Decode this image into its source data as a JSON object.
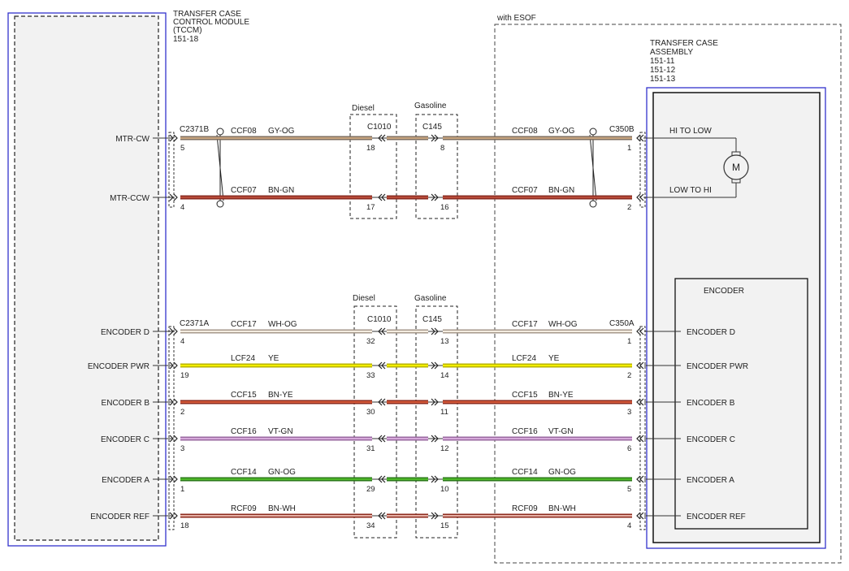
{
  "modules": {
    "tccm": {
      "title_lines": [
        "TRANSFER CASE",
        "CONTROL MODULE",
        "(TCCM)",
        "151-18"
      ]
    },
    "esof_label": "with ESOF",
    "tca": {
      "title_lines": [
        "TRANSFER CASE",
        "ASSEMBLY",
        "151-11",
        "151-12",
        "151-13"
      ],
      "motor": {
        "symbol": "M",
        "hi_label": "HI TO LOW",
        "low_label": "LOW TO HI"
      },
      "encoder_label": "ENCODER"
    }
  },
  "connectors": {
    "tccm_motor": "C2371B",
    "tccm_encoder": "C2371A",
    "diesel_label": "Diesel",
    "diesel_conn": "C1010",
    "gasoline_label": "Gasoline",
    "gasoline_conn": "C145",
    "tca_motor": "C350B",
    "tca_encoder": "C350A"
  },
  "circuits": [
    {
      "signal": "MTR-CW",
      "circuit": "CCF08",
      "color_code": "GY-OG",
      "pin_tccm": "5",
      "pin_diesel": "18",
      "pin_gas": "8",
      "pin_tca": "1",
      "tca_label": "",
      "base": "#7f6f60",
      "stripe": "#c8a580"
    },
    {
      "signal": "MTR-CCW",
      "circuit": "CCF07",
      "color_code": "BN-GN",
      "pin_tccm": "4",
      "pin_diesel": "17",
      "pin_gas": "16",
      "pin_tca": "2",
      "tca_label": "",
      "base": "#8a2b22",
      "stripe": "#b84a38"
    },
    {
      "signal": "ENCODER D",
      "circuit": "CCF17",
      "color_code": "WH-OG",
      "pin_tccm": "4",
      "pin_diesel": "32",
      "pin_gas": "13",
      "pin_tca": "1",
      "tca_label": "ENCODER D",
      "base": "#a79a8c",
      "stripe": "#f4ece0"
    },
    {
      "signal": "ENCODER PWR",
      "circuit": "LCF24",
      "color_code": "YE",
      "pin_tccm": "19",
      "pin_diesel": "33",
      "pin_gas": "14",
      "pin_tca": "2",
      "tca_label": "ENCODER PWR",
      "base": "#b9b300",
      "stripe": "#f2ee00"
    },
    {
      "signal": "ENCODER B",
      "circuit": "CCF15",
      "color_code": "BN-YE",
      "pin_tccm": "2",
      "pin_diesel": "30",
      "pin_gas": "11",
      "pin_tca": "3",
      "tca_label": "ENCODER B",
      "base": "#8c2a1c",
      "stripe": "#d45a3a"
    },
    {
      "signal": "ENCODER C",
      "circuit": "CCF16",
      "color_code": "VT-GN",
      "pin_tccm": "3",
      "pin_diesel": "31",
      "pin_gas": "12",
      "pin_tca": "6",
      "tca_label": "ENCODER C",
      "base": "#9a6aa0",
      "stripe": "#d6a8da"
    },
    {
      "signal": "ENCODER A",
      "circuit": "CCF14",
      "color_code": "GN-OG",
      "pin_tccm": "1",
      "pin_diesel": "29",
      "pin_gas": "10",
      "pin_tca": "5",
      "tca_label": "ENCODER A",
      "base": "#2b7a1a",
      "stripe": "#4fb82a"
    },
    {
      "signal": "ENCODER REF",
      "circuit": "RCF09",
      "color_code": "BN-WH",
      "pin_tccm": "18",
      "pin_diesel": "34",
      "pin_gas": "15",
      "pin_tca": "4",
      "tca_label": "ENCODER REF",
      "base": "#8c2a1c",
      "stripe": "#e6b0a6"
    }
  ]
}
